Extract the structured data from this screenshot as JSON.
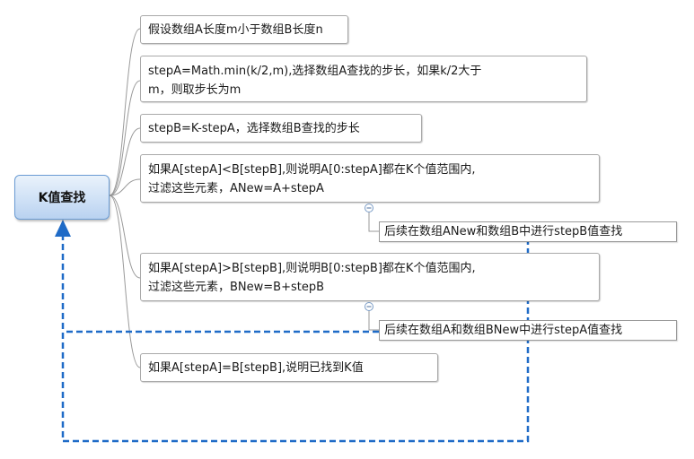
{
  "root": {
    "label": "K值查找"
  },
  "branches": [
    {
      "lines": [
        "假设数组A长度m小于数组B长度n"
      ]
    },
    {
      "lines": [
        "stepA=Math.min(k/2,m),选择数组A查找的步长，如果k/2大于",
        "m，则取步长为m"
      ]
    },
    {
      "lines": [
        "stepB=K-stepA，选择数组B查找的步长"
      ]
    },
    {
      "lines": [
        "如果A[stepA]<B[stepB],则说明A[0:stepA]都在K个值范围内,",
        "过滤这些元素，ANew=A+stepA"
      ],
      "child": "后续在数组ANew和数组B中进行stepB值查找"
    },
    {
      "lines": [
        "如果A[stepA]>B[stepB],则说明B[0:stepB]都在K个值范围内,",
        "过滤这些元素，BNew=B+stepB"
      ],
      "child": "后续在数组A和数组BNew中进行stepA值查找"
    },
    {
      "lines": [
        "如果A[stepA]=B[stepB],说明已找到K值"
      ]
    }
  ],
  "colors": {
    "loop": "#1f6bc7",
    "link": "#9a9a9a",
    "root_border": "#6a9bd3"
  },
  "icons": [
    "collapse-icon",
    "arrow-up-icon"
  ]
}
